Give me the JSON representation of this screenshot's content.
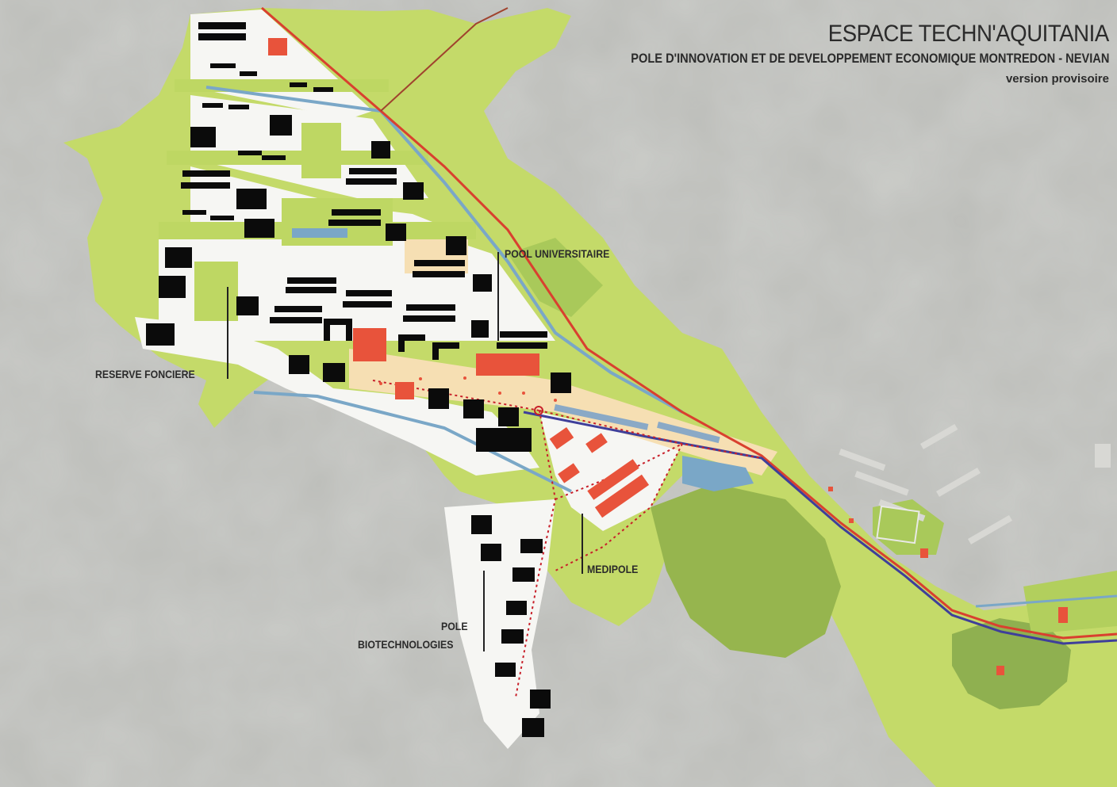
{
  "header": {
    "title": "ESPACE TECHN'AQUITANIA",
    "subtitle": "POLE D'INNOVATION ET DE DEVELOPPEMENT ECONOMIQUE MONTREDON - NEVIAN",
    "version_note": "version provisoire"
  },
  "labels": {
    "pool_universitaire": "POOL UNIVERSITAIRE",
    "reserve_fonciere": "RESERVE FONCIERE",
    "medipole": "MEDIPOLE",
    "pole_line1": "POLE",
    "pole_line2": "BIOTECHNOLOGIES"
  },
  "colors": {
    "background": "#b9bab6",
    "green_light": "#c7dc6a",
    "green_mid": "#a9c95a",
    "green_dark": "#8fb050",
    "plot_white": "#f7f7f5",
    "building": "#0a0a0a",
    "building_accent": "#e8533b",
    "plaza": "#f6dfb3",
    "water": "#7aa7c7",
    "road_red": "#d9402f",
    "road_blue": "#3f3f9a",
    "path_dotted": "#c8202a",
    "label_line": "#222222"
  }
}
